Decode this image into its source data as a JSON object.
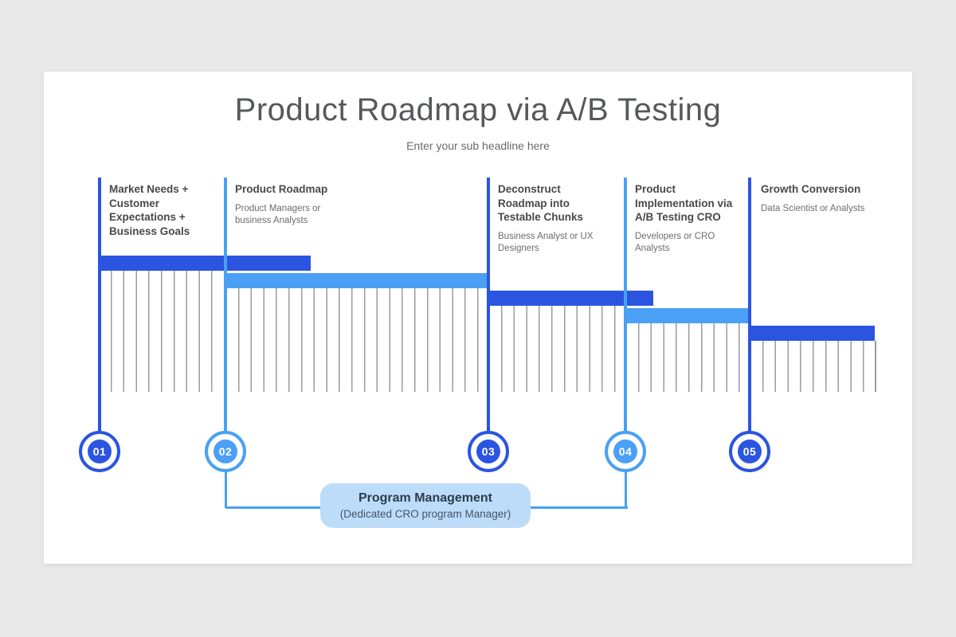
{
  "header": {
    "title": "Product Roadmap via A/B Testing",
    "subtitle": "Enter your sub headline here"
  },
  "colors": {
    "primary_dark": "#2b55e0",
    "primary_light": "#4aa0f4",
    "bubble_background": "#bddcf9",
    "hatch_gray": "#9b9b9b"
  },
  "stages": [
    {
      "num": "01",
      "title": "Market Needs + Customer Expectations + Business Goals",
      "subtitle": ""
    },
    {
      "num": "02",
      "title": "Product Roadmap",
      "subtitle": "Product Managers or business Analysts"
    },
    {
      "num": "03",
      "title": "Deconstruct Roadmap into Testable Chunks",
      "subtitle": "Business Analyst or UX Designers"
    },
    {
      "num": "04",
      "title": "Product Implementation via A/B Testing CRO",
      "subtitle": "Developers or CRO Analysts"
    },
    {
      "num": "05",
      "title": "Growth Conversion",
      "subtitle": "Data Scientist or Analysts"
    }
  ],
  "program": {
    "title": "Program Management",
    "subtitle": "(Dedicated CRO program Manager)"
  }
}
